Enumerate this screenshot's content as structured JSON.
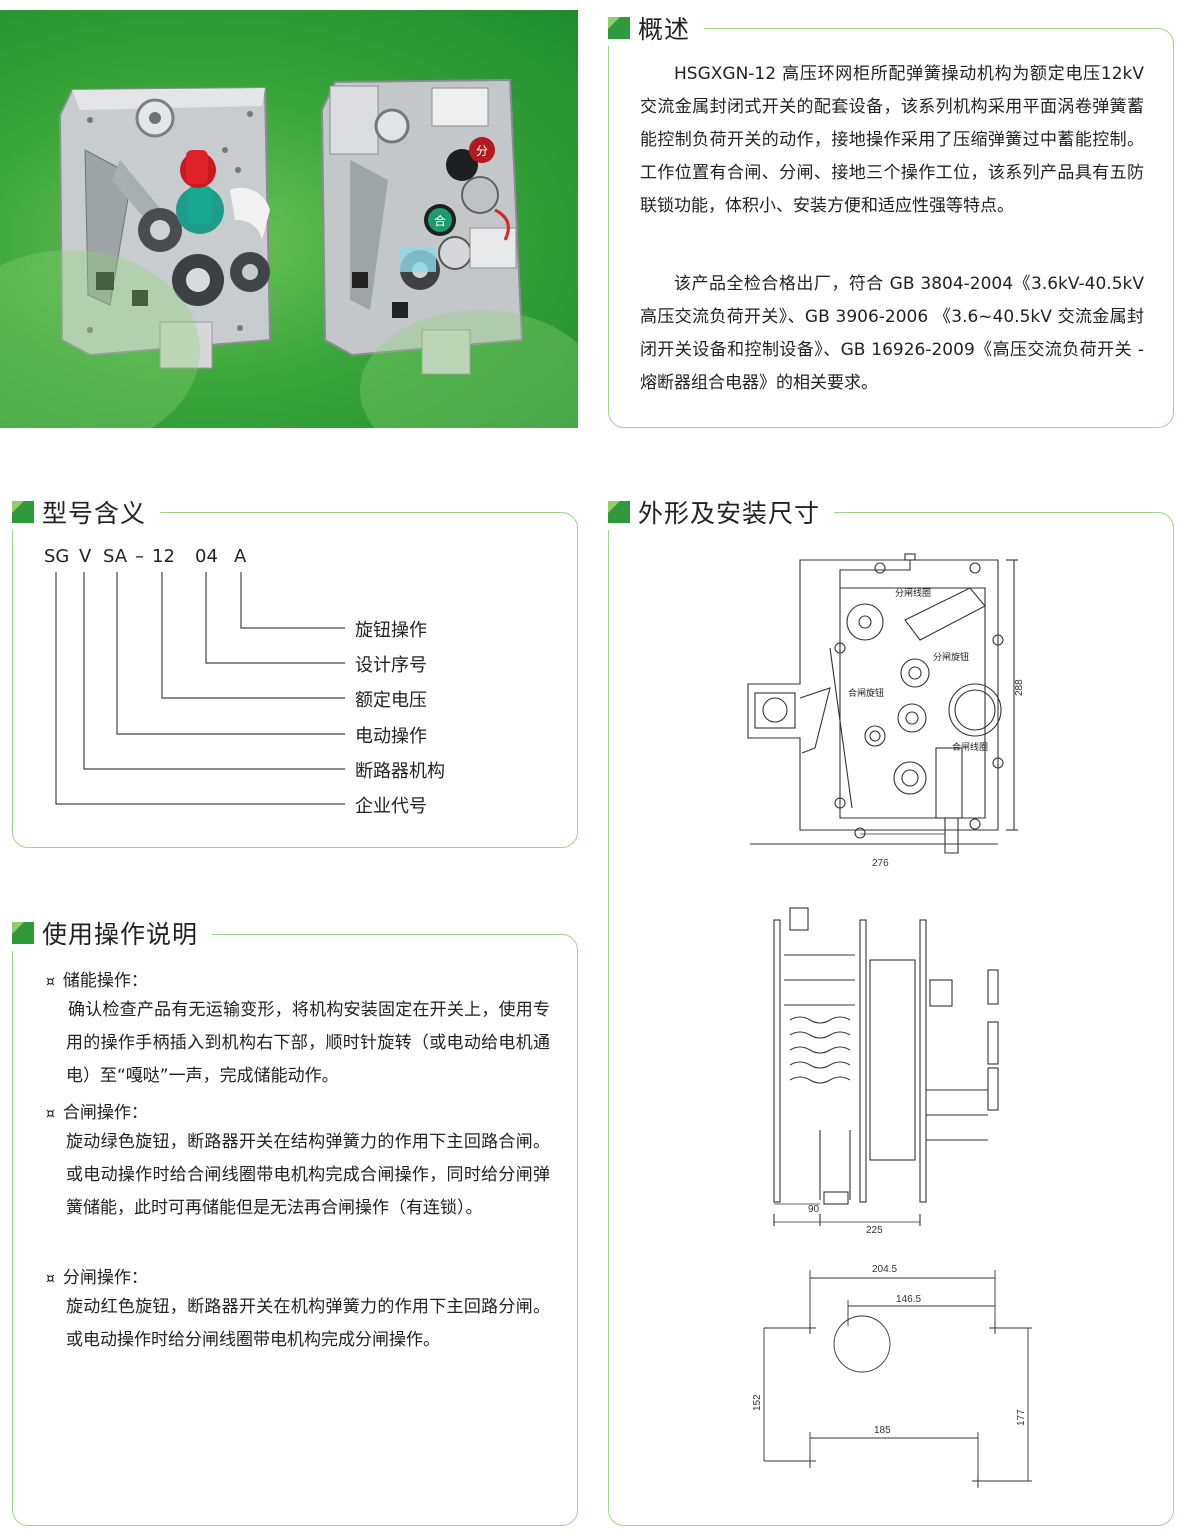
{
  "overview": {
    "title": "概述",
    "p1": "HSGXGN-12 高压环网柜所配弹簧操动机构为额定电压12kV 交流金属封闭式开关的配套设备，该系列机构采用平面涡卷弹簧蓄能控制负荷开关的动作，接地操作采用了压缩弹簧过中蓄能控制。工作位置有合闸、分闸、接地三个操作工位，该系列产品具有五防联锁功能，体积小、安装方便和适应性强等特点。",
    "p2": "该产品全检合格出厂，符合 GB 3804-2004《3.6kV-40.5kV高压交流负荷开关》、GB 3906-2006 《3.6~40.5kV 交流金属封闭开关设备和控制设备》、GB 16926-2009《高压交流负荷开关 - 熔断器组合电器》的相关要求。"
  },
  "photo": {
    "label_open": "分",
    "label_close": "合"
  },
  "model": {
    "title": "型号含义",
    "codes": [
      "SG",
      "V",
      "SA",
      "–",
      "12",
      "04",
      "A"
    ],
    "meanings": [
      "旋钮操作",
      "设计序号",
      "额定电压",
      "电动操作",
      "断路器机构",
      "企业代号"
    ]
  },
  "usage": {
    "title": "使用操作说明",
    "mark": "¤",
    "items": [
      {
        "head": "储能操作：",
        "body": "确认检查产品有无运输变形，将机构安装固定在开关上，使用专用的操作手柄插入到机构右下部，顺时针旋转（或电动给电机通电）至“嘎哒”一声，完成储能动作。"
      },
      {
        "head": "合闸操作：",
        "body": "旋动绿色旋钮，断路器开关在结构弹簧力的作用下主回路合闸。或电动操作时给合闸线圈带电机构完成合闸操作，同时给分闸弹簧储能，此时可再储能但是无法再合闸操作（有连锁）。"
      },
      {
        "head": "分闸操作：",
        "body": "旋动红色旋钮，断路器开关在机构弹簧力的作用下主回路分闸。或电动操作时给分闸线圈带电机构完成分闸操作。"
      }
    ]
  },
  "dimensions": {
    "title": "外形及安装尺寸",
    "front": {
      "open_coil": "分闸线圈",
      "open_knob": "分闸旋钮",
      "close_knob": "合闸旋钮",
      "close_coil": "合闸线圈",
      "height": "288",
      "width": "276"
    },
    "side": {
      "d1": "90",
      "d2": "225"
    },
    "mount": {
      "top": "204.5",
      "inner": "146.5",
      "left": "152",
      "right": "177",
      "bottom": "185"
    }
  },
  "colors": {
    "accent": "#2e9a3c",
    "card_border": "#9fd48f",
    "photo_bg": "#3aa53a"
  }
}
